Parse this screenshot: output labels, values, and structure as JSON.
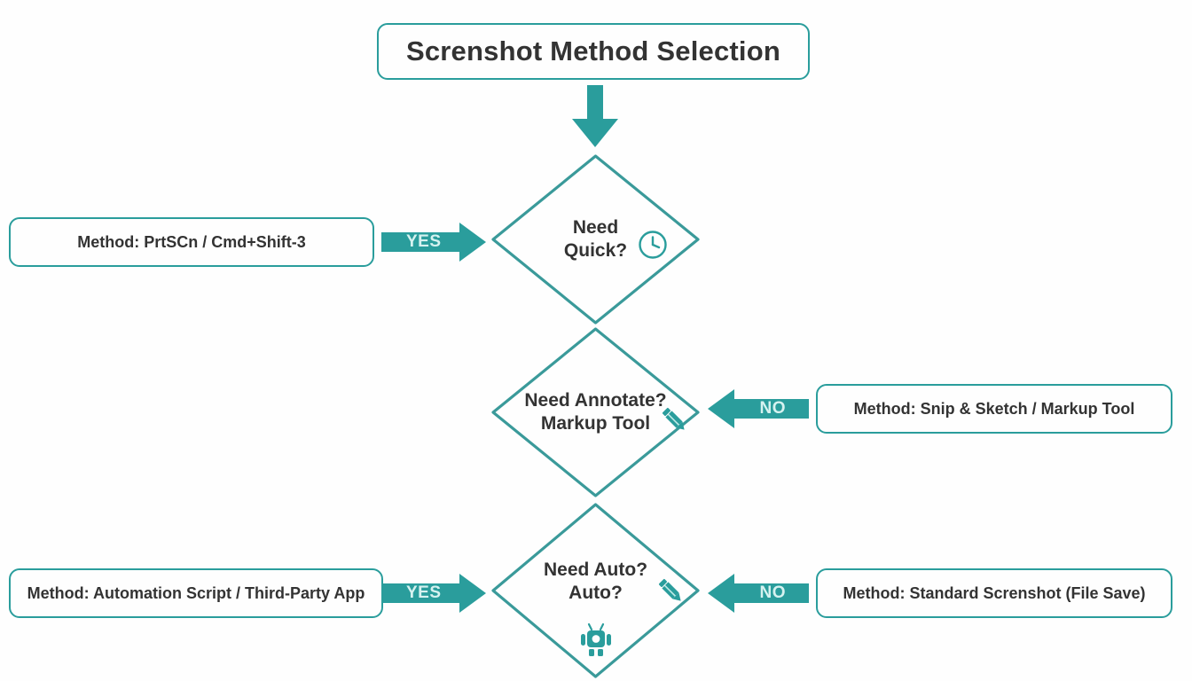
{
  "theme": {
    "accent": "#2a9d9c",
    "background": "#fefefe",
    "text": "#333333",
    "arrow_label_color": "#d6f2f0"
  },
  "title": {
    "text": "Screnshot Method Selection"
  },
  "connector_top": {
    "icon": "arrow-down-icon"
  },
  "rows": [
    {
      "id": "quick",
      "decision": {
        "lines": [
          "Need",
          "Quick?"
        ],
        "icons": [
          "clock-icon"
        ]
      },
      "left_arrow_label": "YES",
      "left_method": "Method: PrtSCn / Cmd+Shift-3",
      "right_arrow_label": "",
      "right_method": ""
    },
    {
      "id": "annotate",
      "decision": {
        "lines": [
          "Need Annotate?",
          "Markup Tool"
        ],
        "icons": [
          "pencil-icon"
        ]
      },
      "left_arrow_label": "",
      "left_method": "",
      "right_arrow_label": "NO",
      "right_method": "Method: Snip & Sketch / Markup Tool"
    },
    {
      "id": "auto",
      "decision": {
        "lines": [
          "Need Auto?",
          "Auto?"
        ],
        "icons": [
          "pencil-icon",
          "robot-icon"
        ]
      },
      "left_arrow_label": "YES",
      "left_method": "Method: Automation Script / Third-Party App",
      "right_arrow_label": "NO",
      "right_method": "Method: Standard Screnshot (File Save)"
    }
  ]
}
